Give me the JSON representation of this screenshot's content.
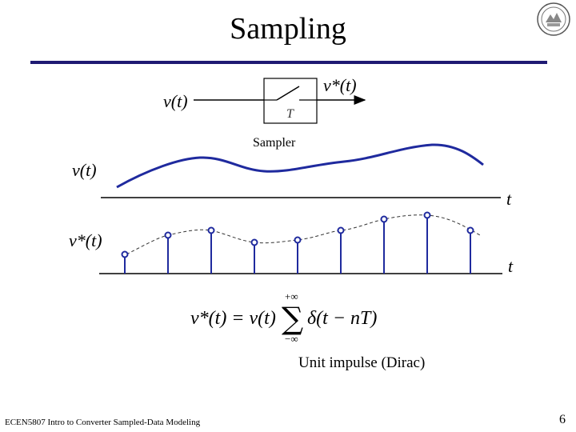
{
  "slide": {
    "title": "Sampling",
    "footer": "ECEN5807 Intro to Converter Sampled-Data Modeling",
    "page_number": "6"
  },
  "block_diagram": {
    "input_label": "v(t)",
    "output_label": "v*(t)",
    "switch_label": "T",
    "caption": "Sampler"
  },
  "plots": {
    "continuous_label": "v(t)",
    "continuous_axis_label": "t",
    "sampled_label": "v*(t)",
    "sampled_axis_label": "t"
  },
  "equation": {
    "lhs": "v*(t) = v(t)",
    "upper_limit": "+∞",
    "lower_limit": "−∞",
    "summand": "δ(t − nT)",
    "annotation": "Unit impulse (Dirac)"
  },
  "colors": {
    "rule": "#1f1a73",
    "waveform": "#1f2a9e",
    "samples": "#1f2a9e"
  }
}
